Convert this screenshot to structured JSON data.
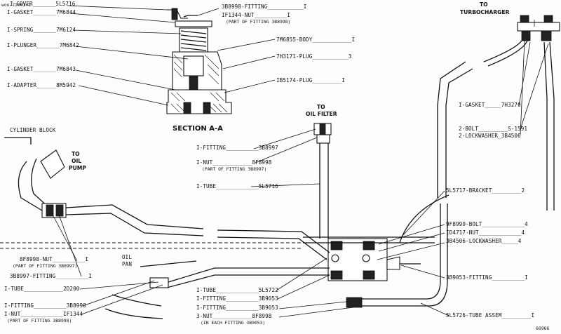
{
  "corner_mark": "woo.l2003=1",
  "figure_number": "66966",
  "section_label": "SECTION A-A",
  "destinations": {
    "turbocharger": "TO\nTURBOCHARGER",
    "oil_filter": "TO\nOIL FILTER",
    "oil_pump": "TO\nOIL\nPUMP"
  },
  "region_labels": {
    "cylinder_block": "CYLINDER BLOCK",
    "oil_pan": "OIL\nPAN"
  },
  "callouts": {
    "cover": "I-COVER_______5L5716",
    "gasket_top": "I-GASKET_______7M6844",
    "spring": "I-SPRING_______7M6124",
    "plunger": "I-PLUNGER_______7M6842",
    "gasket_mid": "I-GASKET_______7M6843",
    "adapter": "I-ADAPTER______8M5942",
    "fitting_3b8998_top": "3B8998-FITTING___________I",
    "nut_1f1344_top": "IF1344-NUT__________I",
    "nut_1f1344_top_note": "(PART OF FITTING 3B8998)",
    "body": "7M6855-BODY____________I",
    "plug_7h3171": "7H3171-PLUG___________3",
    "plug_1b5174": "IB5174-PLUG_________I",
    "gasket_7h3270": "I-GASKET_____7H3270",
    "bolt_s1591": "2-BOLT_________S-1591",
    "lockwasher_3b4506_right": "2-LOCKWASHER_3B4506",
    "fitting_3b8997": "I-FITTING__________3B8997",
    "nut_8f8998_mid": "I-NUT____________8F8998",
    "nut_8f8998_mid_note": "(PART OF FITTING 3B8997)",
    "tube_5l5716": "I-TUBE_____________5L5716",
    "bracket_5l5717": "5L5717-BRACKET_________2",
    "bolt_9f8999": "9F8999-BOLT_____________4",
    "nut_1d4717": "ID4717-NUT_____________4",
    "lockwasher_3b4506": "3B4506-LOCKWASHER_____4",
    "nut_8f8998_left": "8F8998-NUT__________I",
    "nut_8f8998_left_note": "(PART OF FITTING 3B8997)",
    "fitting_3b8997_left": "3B8997-FITTING__________I",
    "tube_2d200": "I-TUBE____________2D200",
    "fitting_3b8998_left": "I-FITTING__________3B8998",
    "nut_1f1344_left": "I-NUT_____________IF1344",
    "nut_1f1344_left_note": "(PART OF FITTING 3B8998)",
    "tube_5l5722": "I-TUBE_____________5L5722",
    "fitting_3b9053_a": "I-FITTING__________3B9053",
    "fitting_3b9053_b": "I-FITTING__________3B9053",
    "nut_8f8998_bottom": "3-NUT____________8F8998",
    "nut_8f8998_bottom_note": "(IN EACH FITTING 3B9053)",
    "fitting_3b9053_right": "3B9053-FITTING__________I",
    "tube_assem_5l5726": "5L5726-TUBE ASSEM_________I"
  }
}
